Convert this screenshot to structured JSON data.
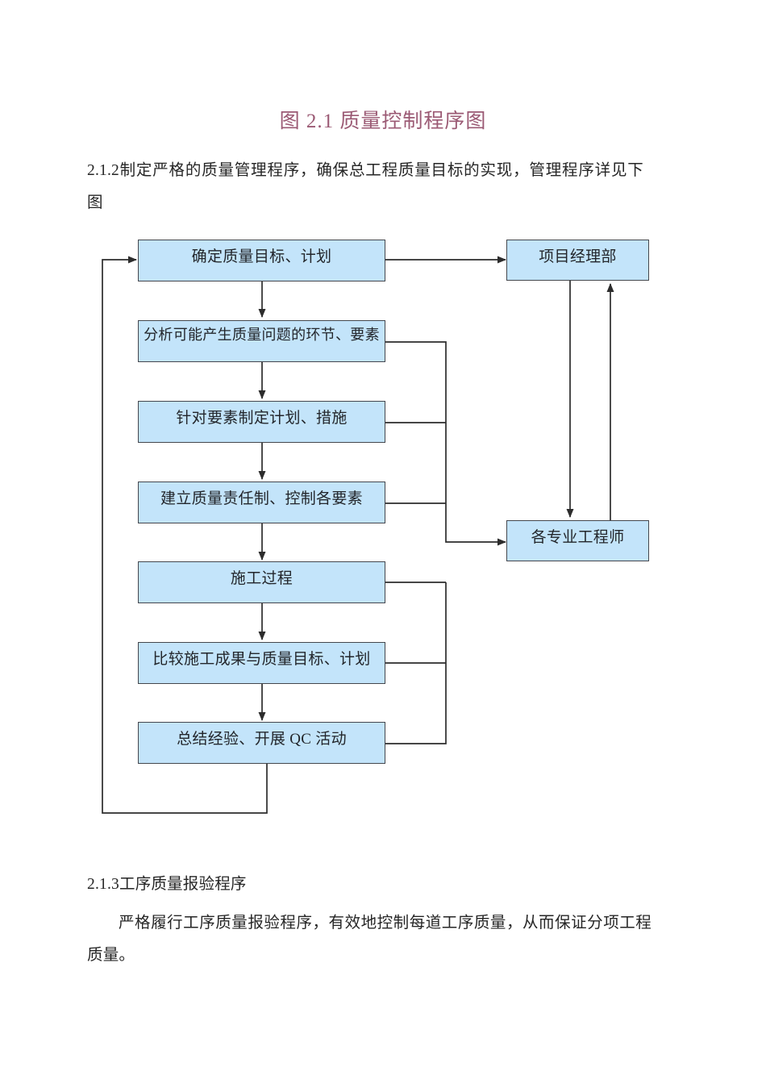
{
  "document": {
    "title": "图 2.1 质量控制程序图",
    "title_color": "#9b5a74",
    "intro_paragraph": "2.1.2制定严格的质量管理程序，确保总工程质量目标的实现，管理程序详见下图",
    "section_213_heading": "2.1.3工序质量报验程序",
    "section_213_body": "严格履行工序质量报验程序，有效地控制每道工序质量，从而保证分项工程质量。"
  },
  "flowchart": {
    "box_fill": "#c3e4fa",
    "box_border": "#44474d",
    "line_color": "#2c2c2c",
    "left_column": [
      {
        "id": "box1",
        "label": "确定质量目标、计划"
      },
      {
        "id": "box2",
        "label": "分析可能产生质量问题的环节、要素"
      },
      {
        "id": "box3",
        "label": "针对要素制定计划、措施"
      },
      {
        "id": "box4",
        "label": "建立质量责任制、控制各要素"
      },
      {
        "id": "box5",
        "label": "施工过程"
      },
      {
        "id": "box6",
        "label": "比较施工成果与质量目标、计划"
      },
      {
        "id": "box7",
        "label": "总结经验、开展 QC 活动"
      }
    ],
    "right_column": [
      {
        "id": "rbox1",
        "label": "项目经理部"
      },
      {
        "id": "rbox2",
        "label": "各专业工程师"
      }
    ]
  }
}
